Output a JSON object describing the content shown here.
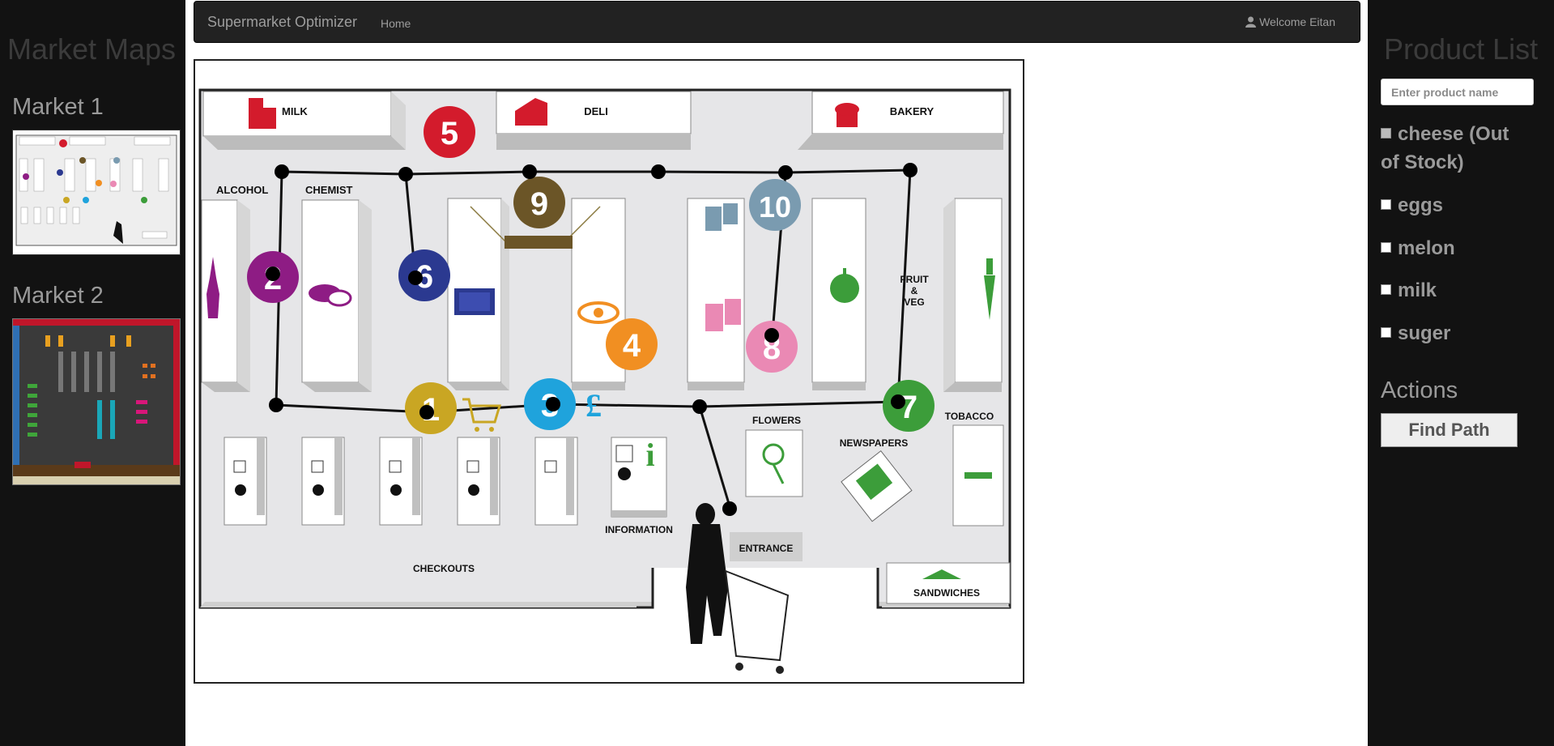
{
  "left": {
    "title": "Market Maps",
    "markets": [
      {
        "label": "Market 1"
      },
      {
        "label": "Market 2"
      }
    ]
  },
  "navbar": {
    "brand": "Supermarket Optimizer",
    "home": "Home",
    "welcome": "Welcome Eitan",
    "user_icon": "user-icon"
  },
  "map": {
    "sections": {
      "milk": "MILK",
      "deli": "DELI",
      "bakery": "BAKERY",
      "alcohol": "ALCOHOL",
      "chemist": "CHEMIST",
      "fruit": "FRUIT",
      "amp": "&",
      "veg": "VEG",
      "flowers": "FLOWERS",
      "newspapers": "NEWSPAPERS",
      "tobacco": "TOBACCO",
      "information": "INFORMATION",
      "checkouts": "CHECKOUTS",
      "entrance": "ENTRANCE",
      "sandwiches": "SANDWICHES"
    },
    "markers": {
      "m5": "5",
      "m9": "9",
      "m10": "10",
      "m6": "6",
      "m2": "2",
      "m4": "4",
      "m8": "8",
      "m1": "1",
      "m3": "3",
      "m7": "7",
      "info_i": "i",
      "pound": "£"
    },
    "colors": {
      "red": "#d31b2c",
      "purple": "#8e1c84",
      "navy": "#2b3990",
      "brown": "#6b5527",
      "slate": "#7a9bb0",
      "orange": "#f18f22",
      "pink": "#ea89b4",
      "gold": "#c9a623",
      "blue": "#1fa3dc",
      "green": "#3c9d3a"
    }
  },
  "right": {
    "title": "Product List",
    "search_placeholder": "Enter product name",
    "products": [
      {
        "name": "cheese (Out of Stock)"
      },
      {
        "name": "eggs"
      },
      {
        "name": "melon"
      },
      {
        "name": "milk"
      },
      {
        "name": "suger"
      }
    ],
    "actions_title": "Actions",
    "find_path": "Find Path"
  }
}
